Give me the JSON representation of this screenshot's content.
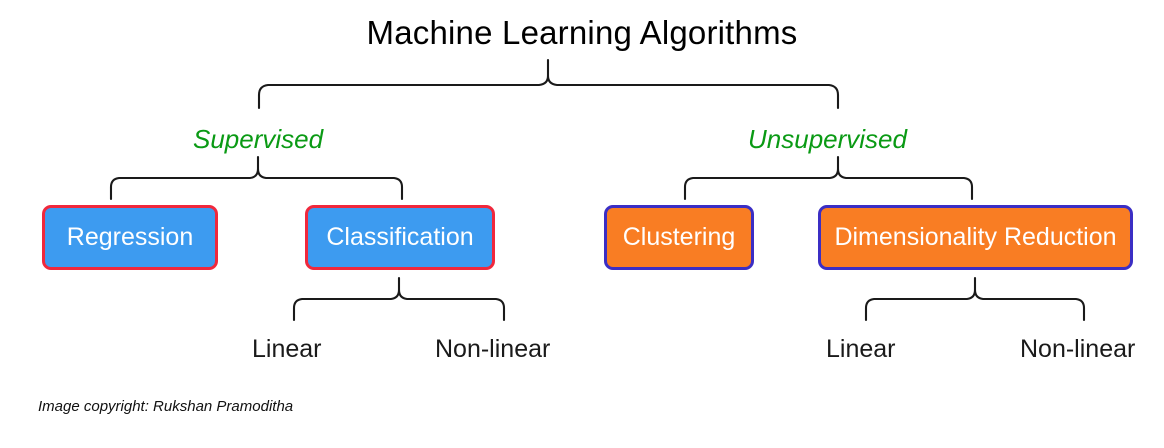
{
  "diagram": {
    "title": "Machine Learning Algorithms",
    "credit": "Image copyright: Rukshan Pramoditha",
    "colors": {
      "blue_fill": "#3d9bf0",
      "blue_border": "#f0283c",
      "orange_fill": "#f97d23",
      "orange_border": "#3b2ec4",
      "branch_label": "#0a9a14",
      "brace_stroke": "#1a1a1a",
      "text_on_node": "#ffffff",
      "leaf_text": "#1a1a1a",
      "background": "#ffffff"
    },
    "branches": [
      {
        "id": "supervised",
        "label": "Supervised"
      },
      {
        "id": "unsupervised",
        "label": "Unsupervised"
      }
    ],
    "nodes": [
      {
        "id": "regression",
        "label": "Regression",
        "type": "blue"
      },
      {
        "id": "classification",
        "label": "Classification",
        "type": "blue"
      },
      {
        "id": "clustering",
        "label": "Clustering",
        "type": "orange"
      },
      {
        "id": "dimensionality-reduction",
        "label": "Dimensionality Reduction",
        "type": "orange"
      }
    ],
    "leaves": [
      {
        "id": "classification-linear",
        "label": "Linear",
        "parent": "classification"
      },
      {
        "id": "classification-non-linear",
        "label": "Non-linear",
        "parent": "classification"
      },
      {
        "id": "dimred-linear",
        "label": "Linear",
        "parent": "dimensionality-reduction"
      },
      {
        "id": "dimred-non-linear",
        "label": "Non-linear",
        "parent": "dimensionality-reduction"
      }
    ]
  }
}
